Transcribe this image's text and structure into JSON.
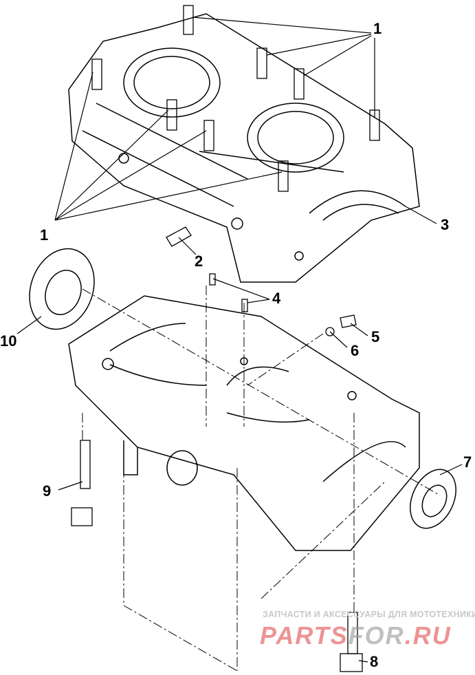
{
  "diagram": {
    "title_hidden": "",
    "callouts": [
      {
        "id": "1",
        "label": "1"
      },
      {
        "id": "1b",
        "label": "1"
      },
      {
        "id": "2",
        "label": "2"
      },
      {
        "id": "3",
        "label": "3"
      },
      {
        "id": "4",
        "label": "4"
      },
      {
        "id": "5",
        "label": "5"
      },
      {
        "id": "6",
        "label": "6"
      },
      {
        "id": "7",
        "label": "7"
      },
      {
        "id": "8",
        "label": "8"
      },
      {
        "id": "9",
        "label": "9"
      },
      {
        "id": "10",
        "label": "10"
      }
    ]
  },
  "watermark": {
    "tagline": "ЗАПЧАСТИ И АКСЕССУАРЫ ДЛЯ МОТОТЕХНИКИ",
    "brand_a": "PARTS",
    "brand_b": "FOR",
    "brand_c": ".RU"
  }
}
